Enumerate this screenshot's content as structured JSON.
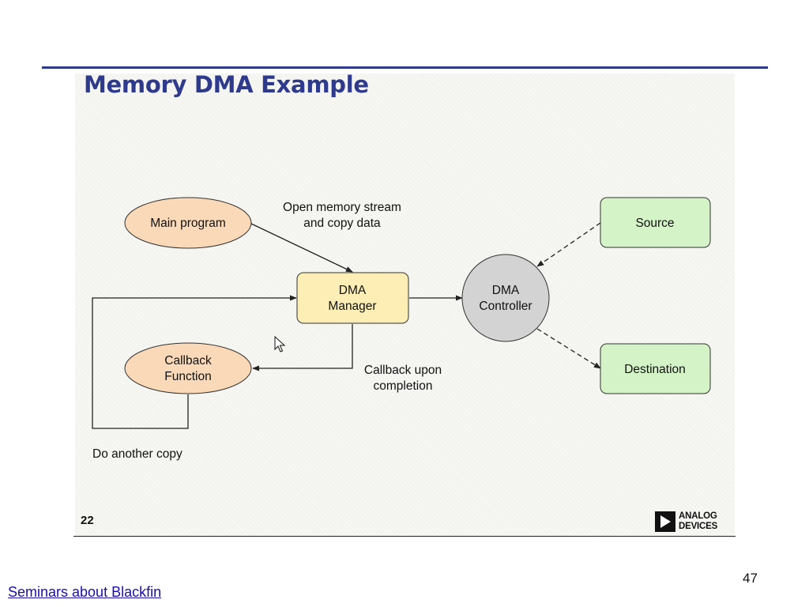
{
  "slide": {
    "title": "Memory DMA Example",
    "number": "22",
    "logo": {
      "line1": "ANALOG",
      "line2": "DEVICES"
    }
  },
  "diagram": {
    "nodes": {
      "main_program": "Main program",
      "dma_manager": [
        "DMA",
        "Manager"
      ],
      "dma_controller": [
        "DMA",
        "Controller"
      ],
      "callback_function": [
        "Callback",
        "Function"
      ],
      "source": "Source",
      "destination": "Destination"
    },
    "labels": {
      "open_stream": [
        "Open memory stream",
        "and copy data"
      ],
      "callback_upon": [
        "Callback upon",
        "completion"
      ],
      "do_another": "Do another copy"
    },
    "colors": {
      "ellipse_fill": "#fad9b9",
      "manager_fill": "#fdeeb5",
      "controller_fill": "#d3d3d3",
      "green_fill": "#d4f4c7",
      "title_blue": "#2e3a8c"
    }
  },
  "page": {
    "number": "47",
    "footer_link": "Seminars about Blackfin"
  }
}
